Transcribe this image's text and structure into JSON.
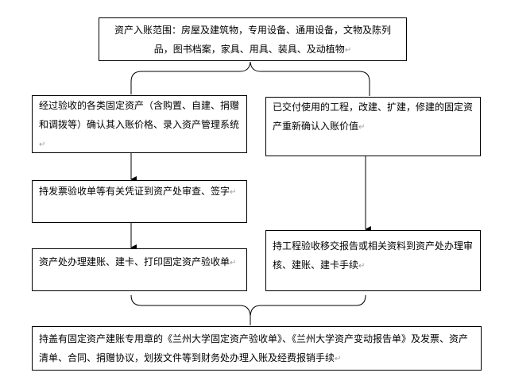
{
  "scope_box": {
    "text": "资产入账范围：房屋及建筑物，专用设备、通用设备，文物及陈列品，图书档案，家具、用具、装具、及动植物"
  },
  "left_step1": {
    "text": "经过验收的各类固定资产（含购置、自建、捐赠和调拨等）确认其入账价格、录入资产管理系统"
  },
  "left_step2": {
    "text": "持发票验收单等有关凭证到资产处审查、签字"
  },
  "left_step3": {
    "text": "资产处办理建账、建卡、打印固定资产验收单"
  },
  "right_step1": {
    "text": "已交付使用的工程，改建、扩建，修建的固定资产重新确认入账价值"
  },
  "right_step2": {
    "text": "持工程验收移交报告或相关资料到资产处办理审核、建账、建卡手续"
  },
  "final_step": {
    "text": "持盖有固定资产建账专用章的《兰州大学固定资产验收单》、《兰州大学资产变动报告单》及发票、资产清单、合同、捐赠协议，划拨文件等到财务处办理入账及经费报销手续"
  },
  "paragraph_mark": "↵"
}
